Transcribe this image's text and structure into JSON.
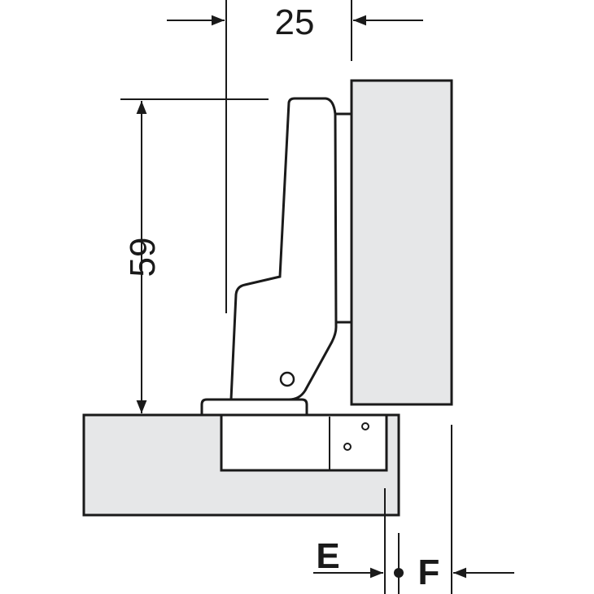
{
  "dimensions": {
    "width_label": "25",
    "height_label": "59",
    "e_label": "E",
    "f_label": "F"
  },
  "colors": {
    "panel_fill": "#e6e7e8",
    "line": "#1a1a1a",
    "background": "#ffffff"
  }
}
